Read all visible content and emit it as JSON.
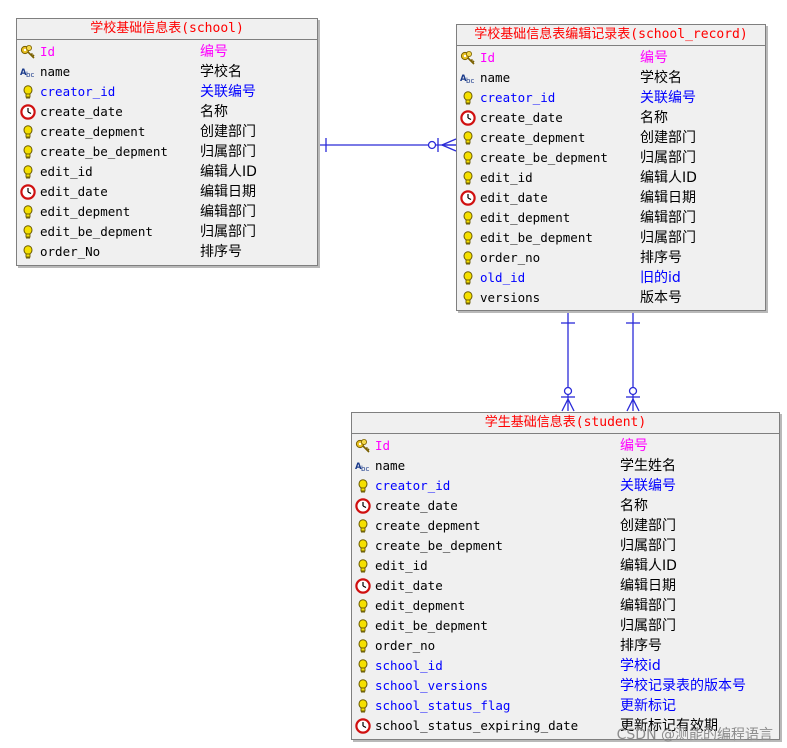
{
  "entities": {
    "school": {
      "title": "学校基础信息表(school)",
      "rows": [
        {
          "name": "Id",
          "desc": "编号",
          "icon": "key-icon",
          "kind": "pk"
        },
        {
          "name": "name",
          "desc": "学校名",
          "icon": "text-type-icon",
          "kind": "normal"
        },
        {
          "name": "creator_id",
          "desc": "关联编号",
          "icon": "bulb-icon",
          "kind": "fk"
        },
        {
          "name": "create_date",
          "desc": "名称",
          "icon": "clock-icon",
          "kind": "normal"
        },
        {
          "name": "create_depment",
          "desc": "创建部门",
          "icon": "bulb-icon",
          "kind": "normal"
        },
        {
          "name": "create_be_depment",
          "desc": "归属部门",
          "icon": "bulb-icon",
          "kind": "normal"
        },
        {
          "name": "edit_id",
          "desc": "编辑人ID",
          "icon": "bulb-icon",
          "kind": "normal"
        },
        {
          "name": "edit_date",
          "desc": "编辑日期",
          "icon": "clock-icon",
          "kind": "normal"
        },
        {
          "name": "edit_depment",
          "desc": "编辑部门",
          "icon": "bulb-icon",
          "kind": "normal"
        },
        {
          "name": "edit_be_depment",
          "desc": "归属部门",
          "icon": "bulb-icon",
          "kind": "normal"
        },
        {
          "name": "order_No",
          "desc": "排序号",
          "icon": "bulb-icon",
          "kind": "normal"
        }
      ]
    },
    "school_record": {
      "title": "学校基础信息表编辑记录表(school_record)",
      "rows": [
        {
          "name": "Id",
          "desc": "编号",
          "icon": "key-icon",
          "kind": "pk"
        },
        {
          "name": "name",
          "desc": "学校名",
          "icon": "text-type-icon",
          "kind": "normal"
        },
        {
          "name": "creator_id",
          "desc": "关联编号",
          "icon": "bulb-icon",
          "kind": "fk"
        },
        {
          "name": "create_date",
          "desc": "名称",
          "icon": "clock-icon",
          "kind": "normal"
        },
        {
          "name": "create_depment",
          "desc": "创建部门",
          "icon": "bulb-icon",
          "kind": "normal"
        },
        {
          "name": "create_be_depment",
          "desc": "归属部门",
          "icon": "bulb-icon",
          "kind": "normal"
        },
        {
          "name": "edit_id",
          "desc": "编辑人ID",
          "icon": "bulb-icon",
          "kind": "normal"
        },
        {
          "name": "edit_date",
          "desc": "编辑日期",
          "icon": "clock-icon",
          "kind": "normal"
        },
        {
          "name": "edit_depment",
          "desc": "编辑部门",
          "icon": "bulb-icon",
          "kind": "normal"
        },
        {
          "name": "edit_be_depment",
          "desc": "归属部门",
          "icon": "bulb-icon",
          "kind": "normal"
        },
        {
          "name": "order_no",
          "desc": "排序号",
          "icon": "bulb-icon",
          "kind": "normal"
        },
        {
          "name": "old_id",
          "desc": "旧的id",
          "icon": "bulb-icon",
          "kind": "fk"
        },
        {
          "name": "versions",
          "desc": "版本号",
          "icon": "bulb-icon",
          "kind": "normal"
        }
      ]
    },
    "student": {
      "title": "学生基础信息表(student)",
      "rows": [
        {
          "name": "Id",
          "desc": "编号",
          "icon": "key-icon",
          "kind": "pk"
        },
        {
          "name": "name",
          "desc": "学生姓名",
          "icon": "text-type-icon",
          "kind": "normal"
        },
        {
          "name": "creator_id",
          "desc": "关联编号",
          "icon": "bulb-icon",
          "kind": "fk"
        },
        {
          "name": "create_date",
          "desc": "名称",
          "icon": "clock-icon",
          "kind": "normal"
        },
        {
          "name": "create_depment",
          "desc": "创建部门",
          "icon": "bulb-icon",
          "kind": "normal"
        },
        {
          "name": "create_be_depment",
          "desc": "归属部门",
          "icon": "bulb-icon",
          "kind": "normal"
        },
        {
          "name": "edit_id",
          "desc": "编辑人ID",
          "icon": "bulb-icon",
          "kind": "normal"
        },
        {
          "name": "edit_date",
          "desc": "编辑日期",
          "icon": "clock-icon",
          "kind": "normal"
        },
        {
          "name": "edit_depment",
          "desc": "编辑部门",
          "icon": "bulb-icon",
          "kind": "normal"
        },
        {
          "name": "edit_be_depment",
          "desc": "归属部门",
          "icon": "bulb-icon",
          "kind": "normal"
        },
        {
          "name": "order_no",
          "desc": "排序号",
          "icon": "bulb-icon",
          "kind": "normal"
        },
        {
          "name": "school_id",
          "desc": "学校id",
          "icon": "bulb-icon",
          "kind": "fk"
        },
        {
          "name": "school_versions",
          "desc": "学校记录表的版本号",
          "icon": "bulb-icon",
          "kind": "fk"
        },
        {
          "name": "school_status_flag",
          "desc": "更新标记",
          "icon": "bulb-icon",
          "kind": "fk"
        },
        {
          "name": "school_status_expiring_date",
          "desc": "更新标记有效期",
          "icon": "clock-icon",
          "kind": "normal"
        }
      ]
    }
  },
  "watermark": "CSDN @测能的编程语言",
  "colors": {
    "title_text": "#ff0000",
    "primary_key": "#ff00ff",
    "foreign_key": "#0000ff",
    "link_line": "#2b2bd8",
    "entity_bg": "#f0f0f0",
    "entity_border": "#7f7f7f"
  }
}
